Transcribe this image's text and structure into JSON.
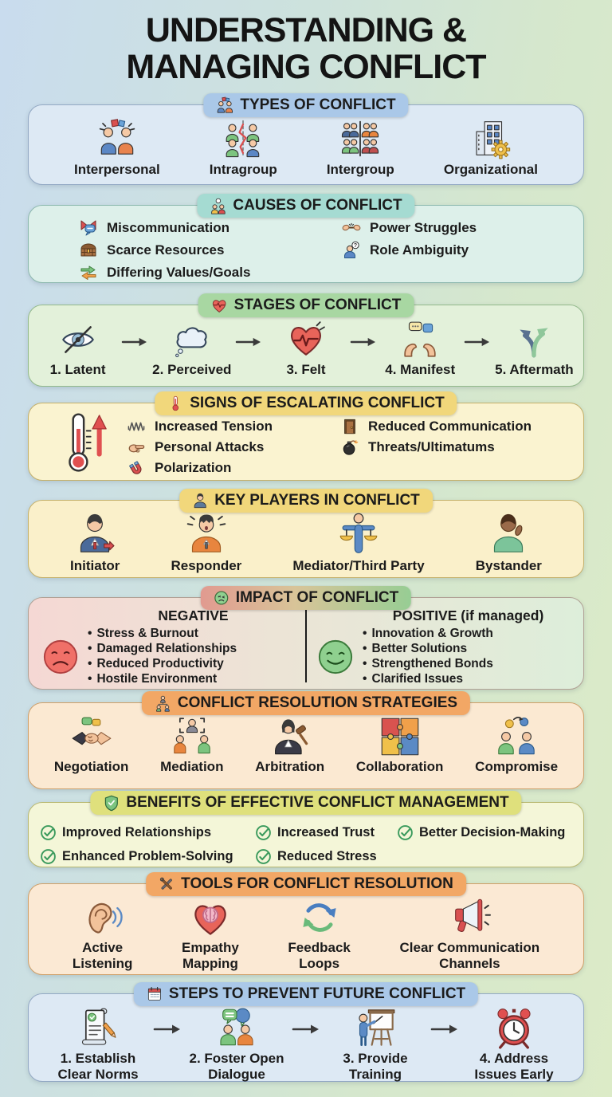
{
  "title": {
    "line1": "UNDERSTANDING &",
    "line2": "MANAGING CONFLICT"
  },
  "types": {
    "header": "TYPES OF CONFLICT",
    "items": [
      {
        "label": "Interpersonal",
        "icon": "two-people-arguing-icon"
      },
      {
        "label": "Intragroup",
        "icon": "group-internal-clash-icon"
      },
      {
        "label": "Intergroup",
        "icon": "two-groups-divided-icon"
      },
      {
        "label": "Organizational",
        "icon": "building-gear-icon"
      }
    ]
  },
  "causes": {
    "header": "CAUSES OF CONFLICT",
    "left": [
      {
        "label": "Miscommunication",
        "icon": "broken-speech-icon"
      },
      {
        "label": "Scarce Resources",
        "icon": "treasure-chest-icon"
      },
      {
        "label": "Differing Values/Goals",
        "icon": "opposing-arrows-icon"
      }
    ],
    "right": [
      {
        "label": "Power Struggles",
        "icon": "tug-of-war-icon"
      },
      {
        "label": "Role Ambiguity",
        "icon": "person-question-icon"
      }
    ]
  },
  "stages": {
    "header": "STAGES OF CONFLICT",
    "items": [
      {
        "label": "1. Latent",
        "icon": "hidden-eye-icon"
      },
      {
        "label": "2. Perceived",
        "icon": "thought-cloud-icon"
      },
      {
        "label": "3. Felt",
        "icon": "heart-pulse-icon"
      },
      {
        "label": "4. Manifest",
        "icon": "hands-speech-icon"
      },
      {
        "label": "5. Aftermath",
        "icon": "split-arrows-icon"
      }
    ]
  },
  "signs": {
    "header": "SIGNS OF ESCALATING CONFLICT",
    "left": [
      {
        "label": "Increased Tension",
        "icon": "tension-coil-icon"
      },
      {
        "label": "Personal Attacks",
        "icon": "pointing-finger-icon"
      },
      {
        "label": "Polarization",
        "icon": "magnet-icon"
      }
    ],
    "right": [
      {
        "label": "Reduced Communication",
        "icon": "door-icon"
      },
      {
        "label": "Threats/Ultimatums",
        "icon": "bomb-icon"
      }
    ]
  },
  "players": {
    "header": "KEY PLAYERS IN CONFLICT",
    "items": [
      {
        "label": "Initiator",
        "icon": "initiator-person-icon"
      },
      {
        "label": "Responder",
        "icon": "responder-person-icon"
      },
      {
        "label": "Mediator/Third Party",
        "icon": "balance-person-icon"
      },
      {
        "label": "Bystander",
        "icon": "bystander-person-icon"
      }
    ]
  },
  "impact": {
    "header": "IMPACT OF CONFLICT",
    "negative": {
      "title": "NEGATIVE",
      "items": [
        "Stress & Burnout",
        "Damaged Relationships",
        "Reduced Productivity",
        "Hostile Environment"
      ]
    },
    "positive": {
      "title": "POSITIVE (if managed)",
      "items": [
        "Innovation & Growth",
        "Better Solutions",
        "Strengthened Bonds",
        "Clarified Issues"
      ]
    }
  },
  "strategies": {
    "header": "CONFLICT RESOLUTION STRATEGIES",
    "items": [
      {
        "label": "Negotiation",
        "icon": "handshake-icon"
      },
      {
        "label": "Mediation",
        "icon": "mediation-people-icon"
      },
      {
        "label": "Arbitration",
        "icon": "judge-gavel-icon"
      },
      {
        "label": "Collaboration",
        "icon": "puzzle-pieces-icon"
      },
      {
        "label": "Compromise",
        "icon": "exchange-people-icon"
      }
    ]
  },
  "benefits": {
    "header": "BENEFITS OF EFFECTIVE CONFLICT MANAGEMENT",
    "row1": [
      {
        "label": "Improved Relationships"
      },
      {
        "label": "Increased Trust"
      },
      {
        "label": "Better Decision-Making"
      }
    ],
    "row2": [
      {
        "label": "Enhanced Problem-Solving"
      },
      {
        "label": "Reduced Stress"
      }
    ]
  },
  "tools": {
    "header": "TOOLS FOR CONFLICT RESOLUTION",
    "items": [
      {
        "line1": "Active",
        "line2": "Listening",
        "icon": "ear-icon"
      },
      {
        "line1": "Empathy",
        "line2": "Mapping",
        "icon": "heart-brain-icon"
      },
      {
        "line1": "Feedback",
        "line2": "Loops",
        "icon": "cycle-arrows-icon"
      },
      {
        "line1": "Clear Communication",
        "line2": "Channels",
        "icon": "megaphone-icon"
      }
    ]
  },
  "steps": {
    "header": "STEPS TO PREVENT FUTURE CONFLICT",
    "items": [
      {
        "line1": "1. Establish",
        "line2": "Clear Norms",
        "icon": "scroll-check-icon"
      },
      {
        "line1": "2. Foster Open",
        "line2": "Dialogue",
        "icon": "dialogue-people-icon"
      },
      {
        "line1": "3. Provide",
        "line2": "Training",
        "icon": "training-board-icon"
      },
      {
        "line1": "4. Address",
        "line2": "Issues Early",
        "icon": "alarm-clock-icon"
      }
    ]
  },
  "colors": {
    "blue": "#aac8e8",
    "teal": "#a5dbd2",
    "green": "#a8d7a2",
    "yellow": "#f1d77b",
    "orange": "#f2a765",
    "olive": "#dfe07c",
    "negative_red": "#f07068",
    "positive_green": "#8fd08f"
  }
}
